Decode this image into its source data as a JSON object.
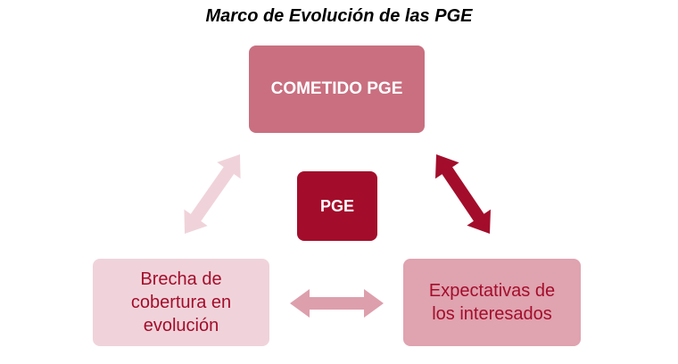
{
  "title": "Marco de Evolución de las PGE",
  "nodes": {
    "top": {
      "label": "COMETIDO PGE"
    },
    "center": {
      "label": "PGE"
    },
    "left": {
      "label": "Brecha de cobertura en evolución"
    },
    "right": {
      "label": "Expectativas de los interesados"
    }
  },
  "colors": {
    "top_fill": "#c96f80",
    "center_fill": "#a30d2b",
    "left_fill": "#f0d3da",
    "left_text": "#a30d2b",
    "right_fill": "#e0a3b0",
    "right_text": "#a30d2b",
    "arrow_left": "#f0d3da",
    "arrow_right": "#a30d2b",
    "arrow_bottom": "#dd9fac"
  },
  "icons": {
    "arrow_left": "double-arrow",
    "arrow_right": "double-arrow",
    "arrow_bottom": "double-arrow"
  }
}
